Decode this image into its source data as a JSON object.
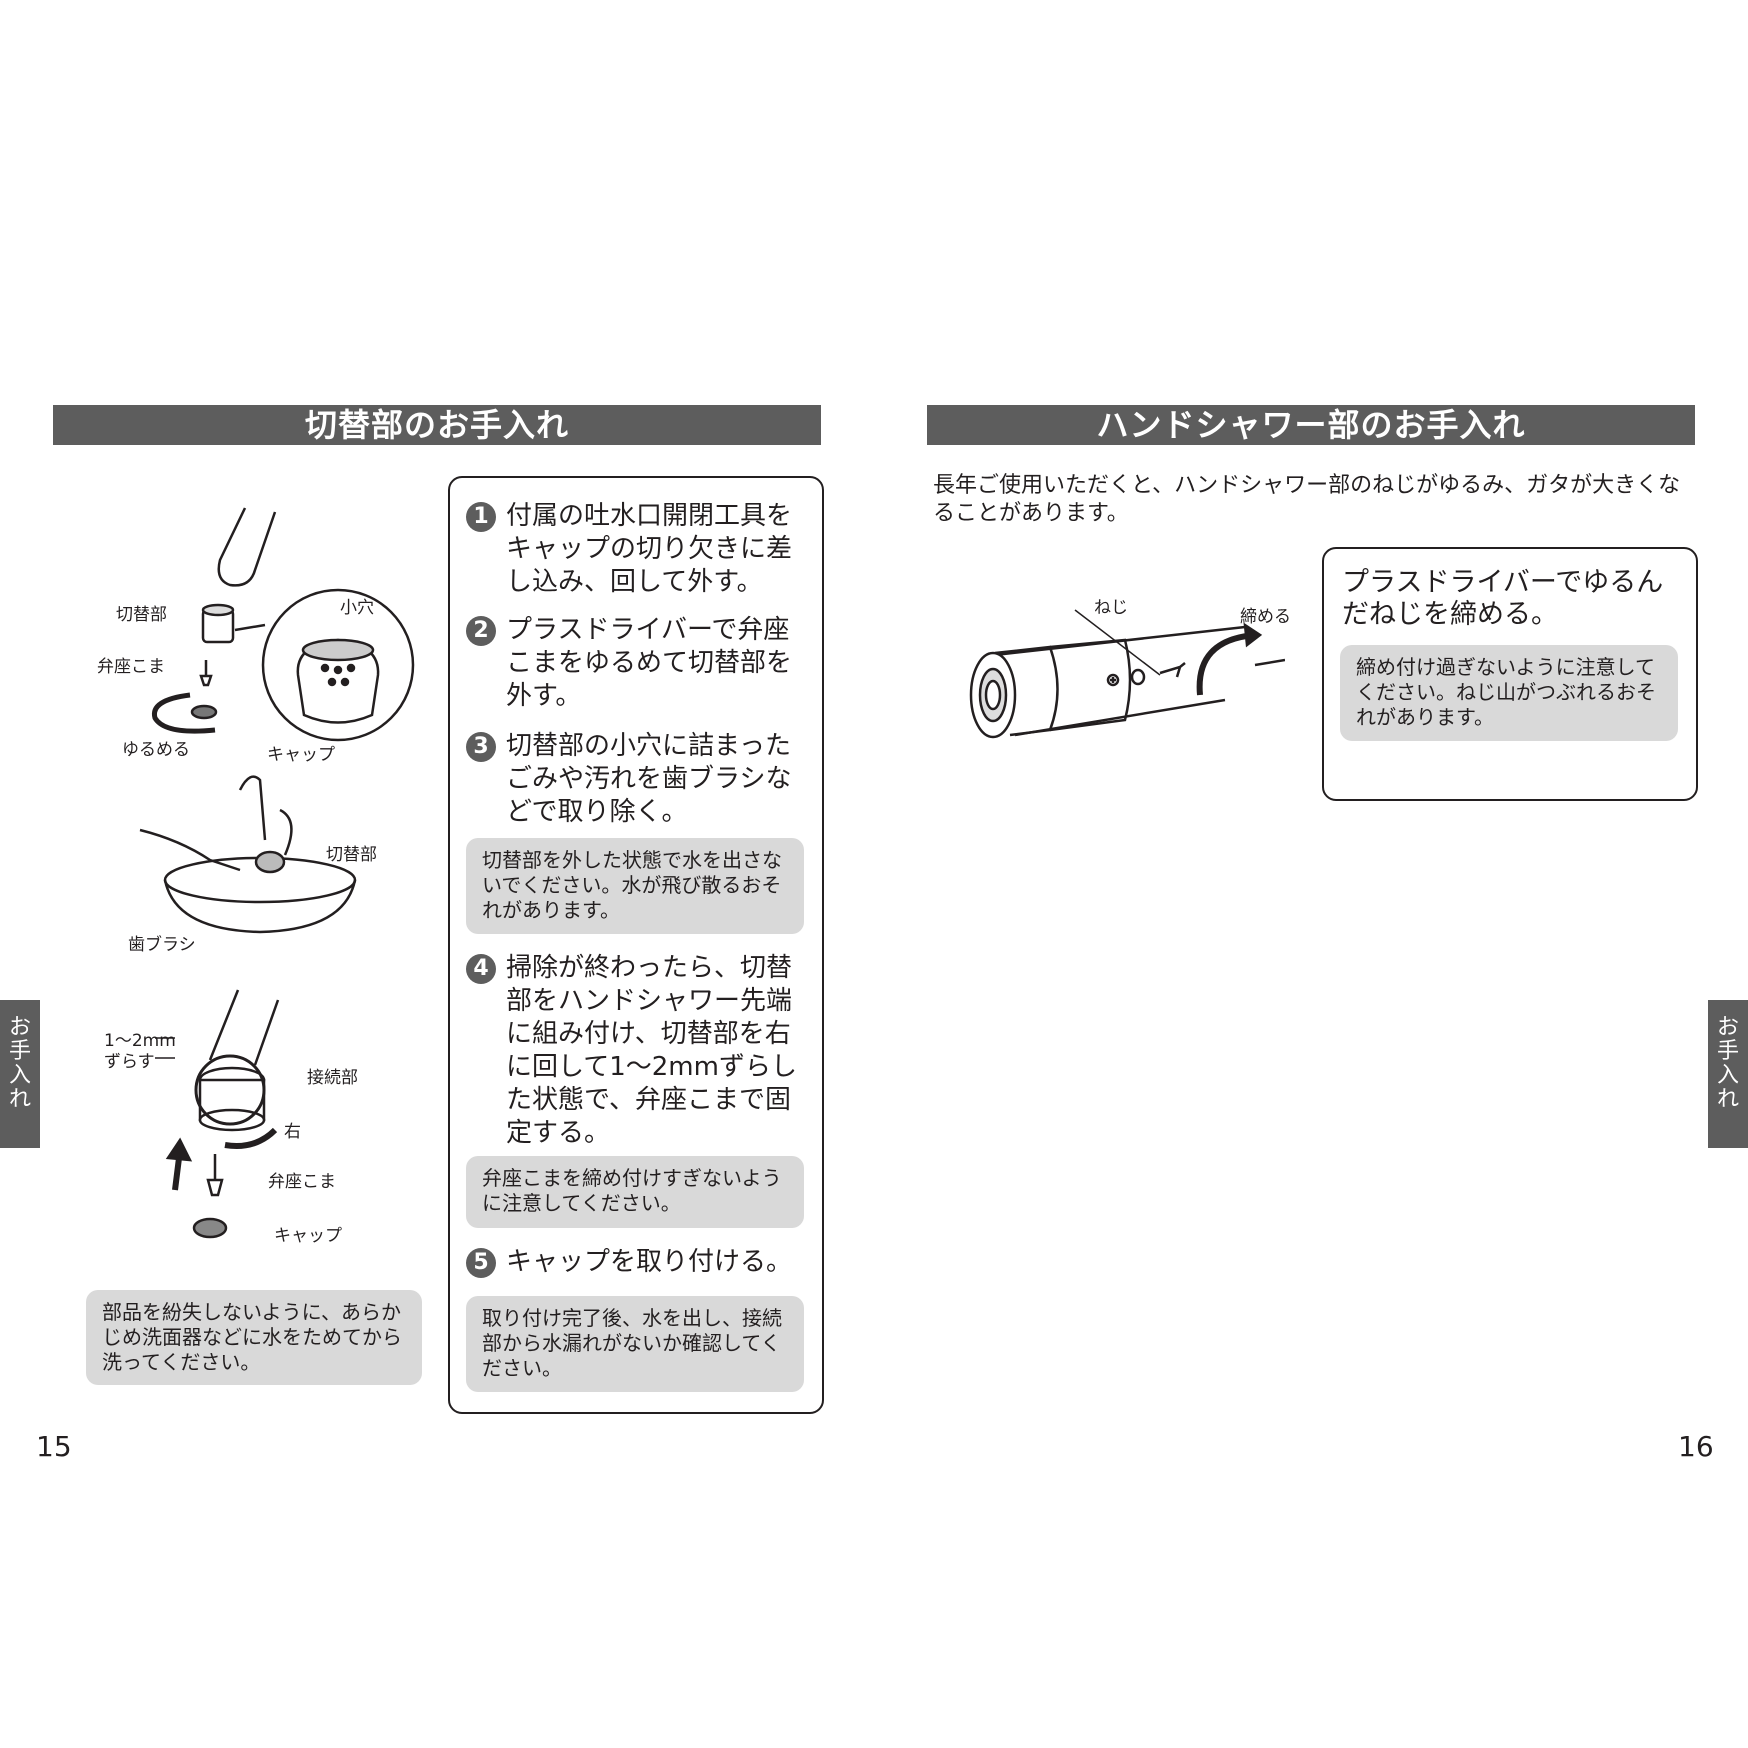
{
  "left_page": {
    "title": "切替部のお手入れ",
    "illustration_labels": {
      "switch_part": "切替部",
      "small_hole": "小穴",
      "valve_piece": "弁座こま",
      "loosen": "ゆるめる",
      "cap": "キャップ",
      "switch_part_2": "切替部",
      "toothbrush": "歯ブラシ",
      "offset_line1": "1～2mm",
      "offset_line2": "ずらす",
      "joint": "接続部",
      "right": "右",
      "valve_piece_2": "弁座こま",
      "cap_2": "キャップ"
    },
    "bottom_note": "部品を紛失しないように、あらかじめ洗面器などに水をためてから洗ってください。",
    "steps": [
      {
        "num": "1",
        "text": "付属の吐水口開閉工具をキャップの切り欠きに差し込み、回して外す。"
      },
      {
        "num": "2",
        "text": "プラスドライバーで弁座こまをゆるめて切替部を外す。"
      },
      {
        "num": "3",
        "text": "切替部の小穴に詰まったごみや汚れを歯ブラシなどで取り除く。"
      },
      {
        "num": "4",
        "text": "掃除が終わったら、切替部をハンドシャワー先端に組み付け、切替部を右に回して1～2mmずらした状態で、弁座こまで固定する。"
      },
      {
        "num": "5",
        "text": "キャップを取り付ける。"
      }
    ],
    "step_notes": {
      "after_3": "切替部を外した状態で水を出さないでください。水が飛び散るおそれがあります。",
      "after_4": "弁座こまを締め付けすぎないように注意してください。",
      "after_5": "取り付け完了後、水を出し、接続部から水漏れがないか確認してください。"
    },
    "side_tab": [
      "お",
      "手",
      "入",
      "れ"
    ],
    "page_number": "15"
  },
  "right_page": {
    "title": "ハンドシャワー部のお手入れ",
    "intro": "長年ご使用いただくと、ハンドシャワー部のねじがゆるみ、ガタが大きくなることがあります。",
    "illustration_labels": {
      "screw": "ねじ",
      "tighten": "締める"
    },
    "tip_title": "プラスドライバーでゆるんだねじを締める。",
    "tip_note": "締め付け過ぎないように注意してください。ねじ山がつぶれるおそれがあります。",
    "side_tab": [
      "お",
      "手",
      "入",
      "れ"
    ],
    "page_number": "16"
  }
}
